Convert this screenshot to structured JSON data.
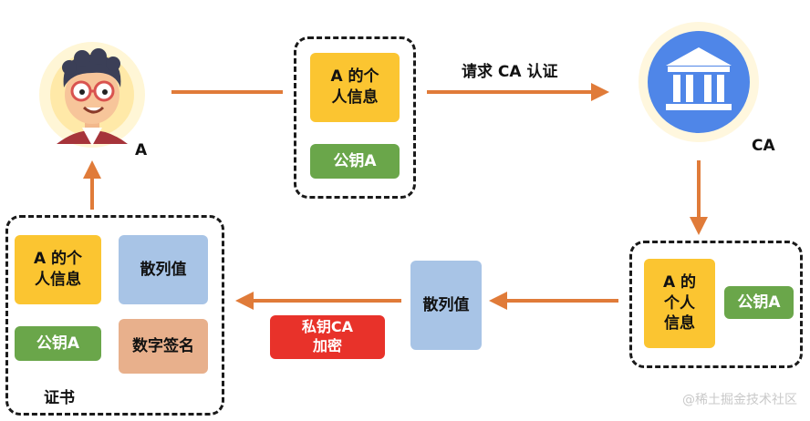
{
  "actor_a": {
    "label": "A"
  },
  "info_box": {
    "info": "A 的个\n人信息",
    "pubkey": "公钥A"
  },
  "arrow_request": {
    "label": "请求 CA 认证"
  },
  "ca": {
    "label": "CA"
  },
  "ca_box": {
    "info": "A 的\n个人\n信息",
    "pubkey": "公钥A"
  },
  "hash_middle": {
    "label": "散列值"
  },
  "sign_step": {
    "label": "私钥CA\n加密"
  },
  "certificate": {
    "info": "A 的个\n人信息",
    "hash": "散列值",
    "pubkey": "公钥A",
    "signature": "数字签名",
    "title": "证书"
  },
  "watermark": "@稀土掘金技术社区",
  "colors": {
    "arrow": "#e07b39",
    "yellow": "#fbc531",
    "green": "#6aa64a",
    "blue": "#a8c4e6",
    "peach": "#e8b08c",
    "red": "#e8322a",
    "ca_circle": "#4f86e8"
  },
  "icons": [
    "person-avatar-icon",
    "bank-building-icon"
  ]
}
